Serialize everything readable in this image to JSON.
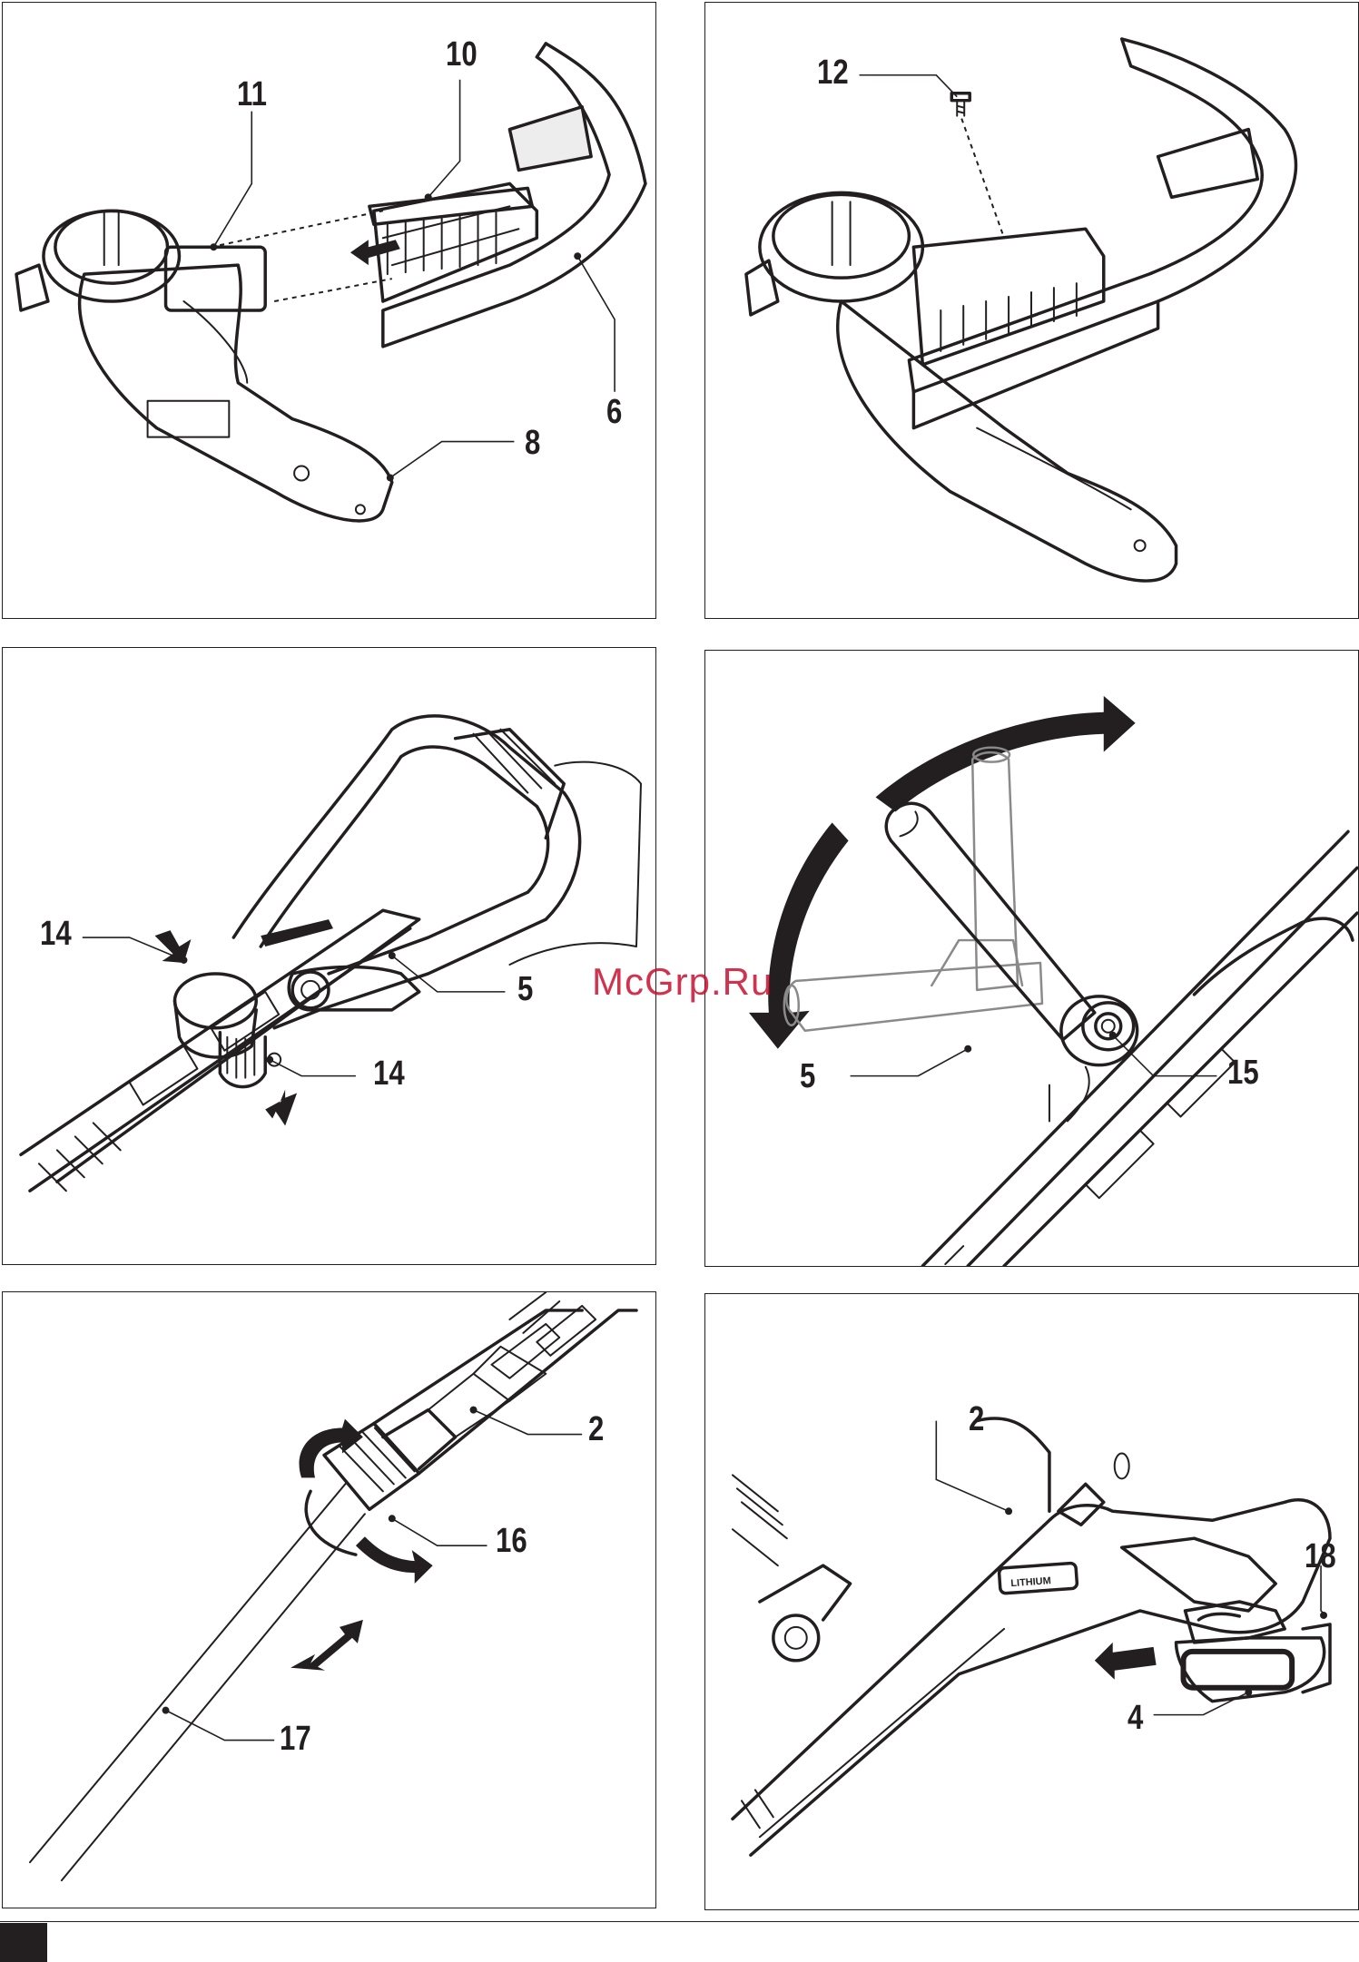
{
  "watermark": "McGrp.Ru",
  "panels": [
    {
      "id": "A",
      "callouts": [
        "11",
        "10",
        "6",
        "8"
      ]
    },
    {
      "id": "B",
      "callouts": [
        "12"
      ]
    },
    {
      "id": "C",
      "callouts": [
        "14",
        "5",
        "14"
      ]
    },
    {
      "id": "D",
      "callouts": [
        "5",
        "15"
      ]
    },
    {
      "id": "E",
      "callouts": [
        "2",
        "16",
        "17"
      ]
    },
    {
      "id": "F",
      "callouts": [
        "2",
        "18",
        "4"
      ]
    }
  ],
  "battery_label": "LITHIUM",
  "colors": {
    "ink": "#231f20",
    "watermark": "#c8102e",
    "ghost": "#8a8a8a"
  }
}
